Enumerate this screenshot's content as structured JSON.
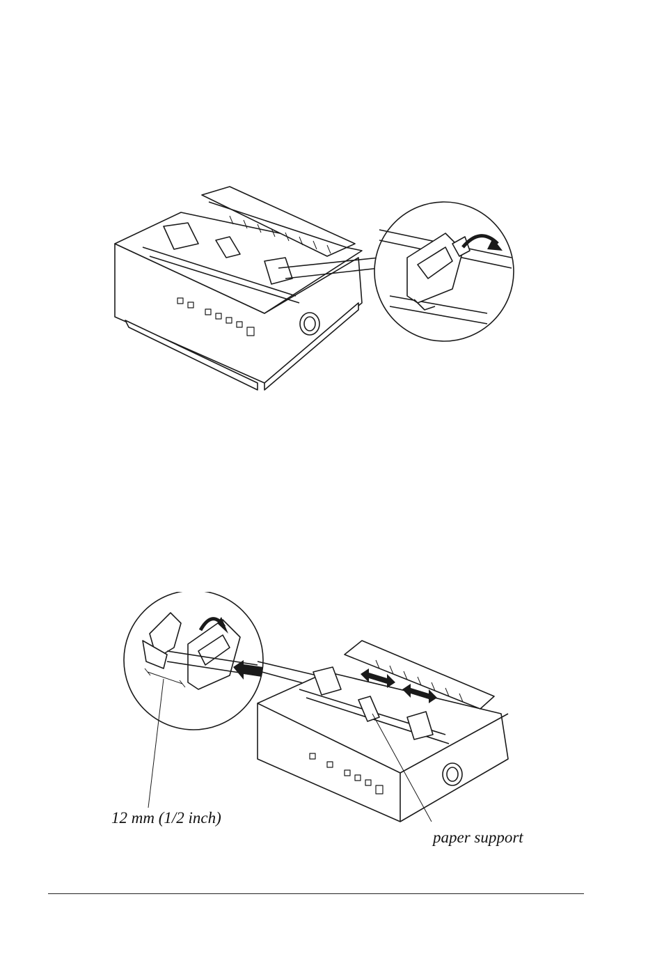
{
  "figures": [
    {
      "id": "release-tractor-lock",
      "callout": "zoom-circle",
      "arrow": "curved-up"
    },
    {
      "id": "set-tractor-position",
      "callout": "zoom-circle",
      "arrows": [
        "push-right",
        "slide-left-right",
        "slide-left-right"
      ]
    }
  ],
  "labels": {
    "width_label": "12 mm (1/2 inch)",
    "support_label": "paper support"
  },
  "line_color": "#1a1a1a"
}
